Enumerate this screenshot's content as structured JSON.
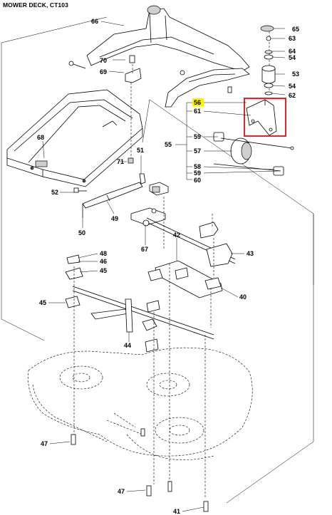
{
  "title": "MOWER DECK, CT103",
  "callouts": [
    {
      "id": "66",
      "text": "66"
    },
    {
      "id": "65",
      "text": "65"
    },
    {
      "id": "63",
      "text": "63"
    },
    {
      "id": "64",
      "text": "64"
    },
    {
      "id": "54a",
      "text": "54"
    },
    {
      "id": "53",
      "text": "53"
    },
    {
      "id": "54b",
      "text": "54"
    },
    {
      "id": "62",
      "text": "62"
    },
    {
      "id": "70",
      "text": "70"
    },
    {
      "id": "69",
      "text": "69"
    },
    {
      "id": "68",
      "text": "68"
    },
    {
      "id": "56",
      "text": "56"
    },
    {
      "id": "61",
      "text": "61"
    },
    {
      "id": "59a",
      "text": "59"
    },
    {
      "id": "55",
      "text": "55"
    },
    {
      "id": "57",
      "text": "57"
    },
    {
      "id": "58",
      "text": "58"
    },
    {
      "id": "59b",
      "text": "59"
    },
    {
      "id": "60",
      "text": "60"
    },
    {
      "id": "51",
      "text": "51"
    },
    {
      "id": "71",
      "text": "71"
    },
    {
      "id": "52",
      "text": "52"
    },
    {
      "id": "49",
      "text": "49"
    },
    {
      "id": "50",
      "text": "50"
    },
    {
      "id": "67",
      "text": "67"
    },
    {
      "id": "42",
      "text": "42"
    },
    {
      "id": "43",
      "text": "43"
    },
    {
      "id": "48",
      "text": "48"
    },
    {
      "id": "46",
      "text": "46"
    },
    {
      "id": "45a",
      "text": "45"
    },
    {
      "id": "40",
      "text": "40"
    },
    {
      "id": "45b",
      "text": "45"
    },
    {
      "id": "44",
      "text": "44"
    },
    {
      "id": "47a",
      "text": "47"
    },
    {
      "id": "47b",
      "text": "47"
    },
    {
      "id": "41",
      "text": "41"
    }
  ],
  "highlight": {
    "label": "56",
    "highlight_color": "#fff200",
    "box_color": "#e0262b"
  }
}
